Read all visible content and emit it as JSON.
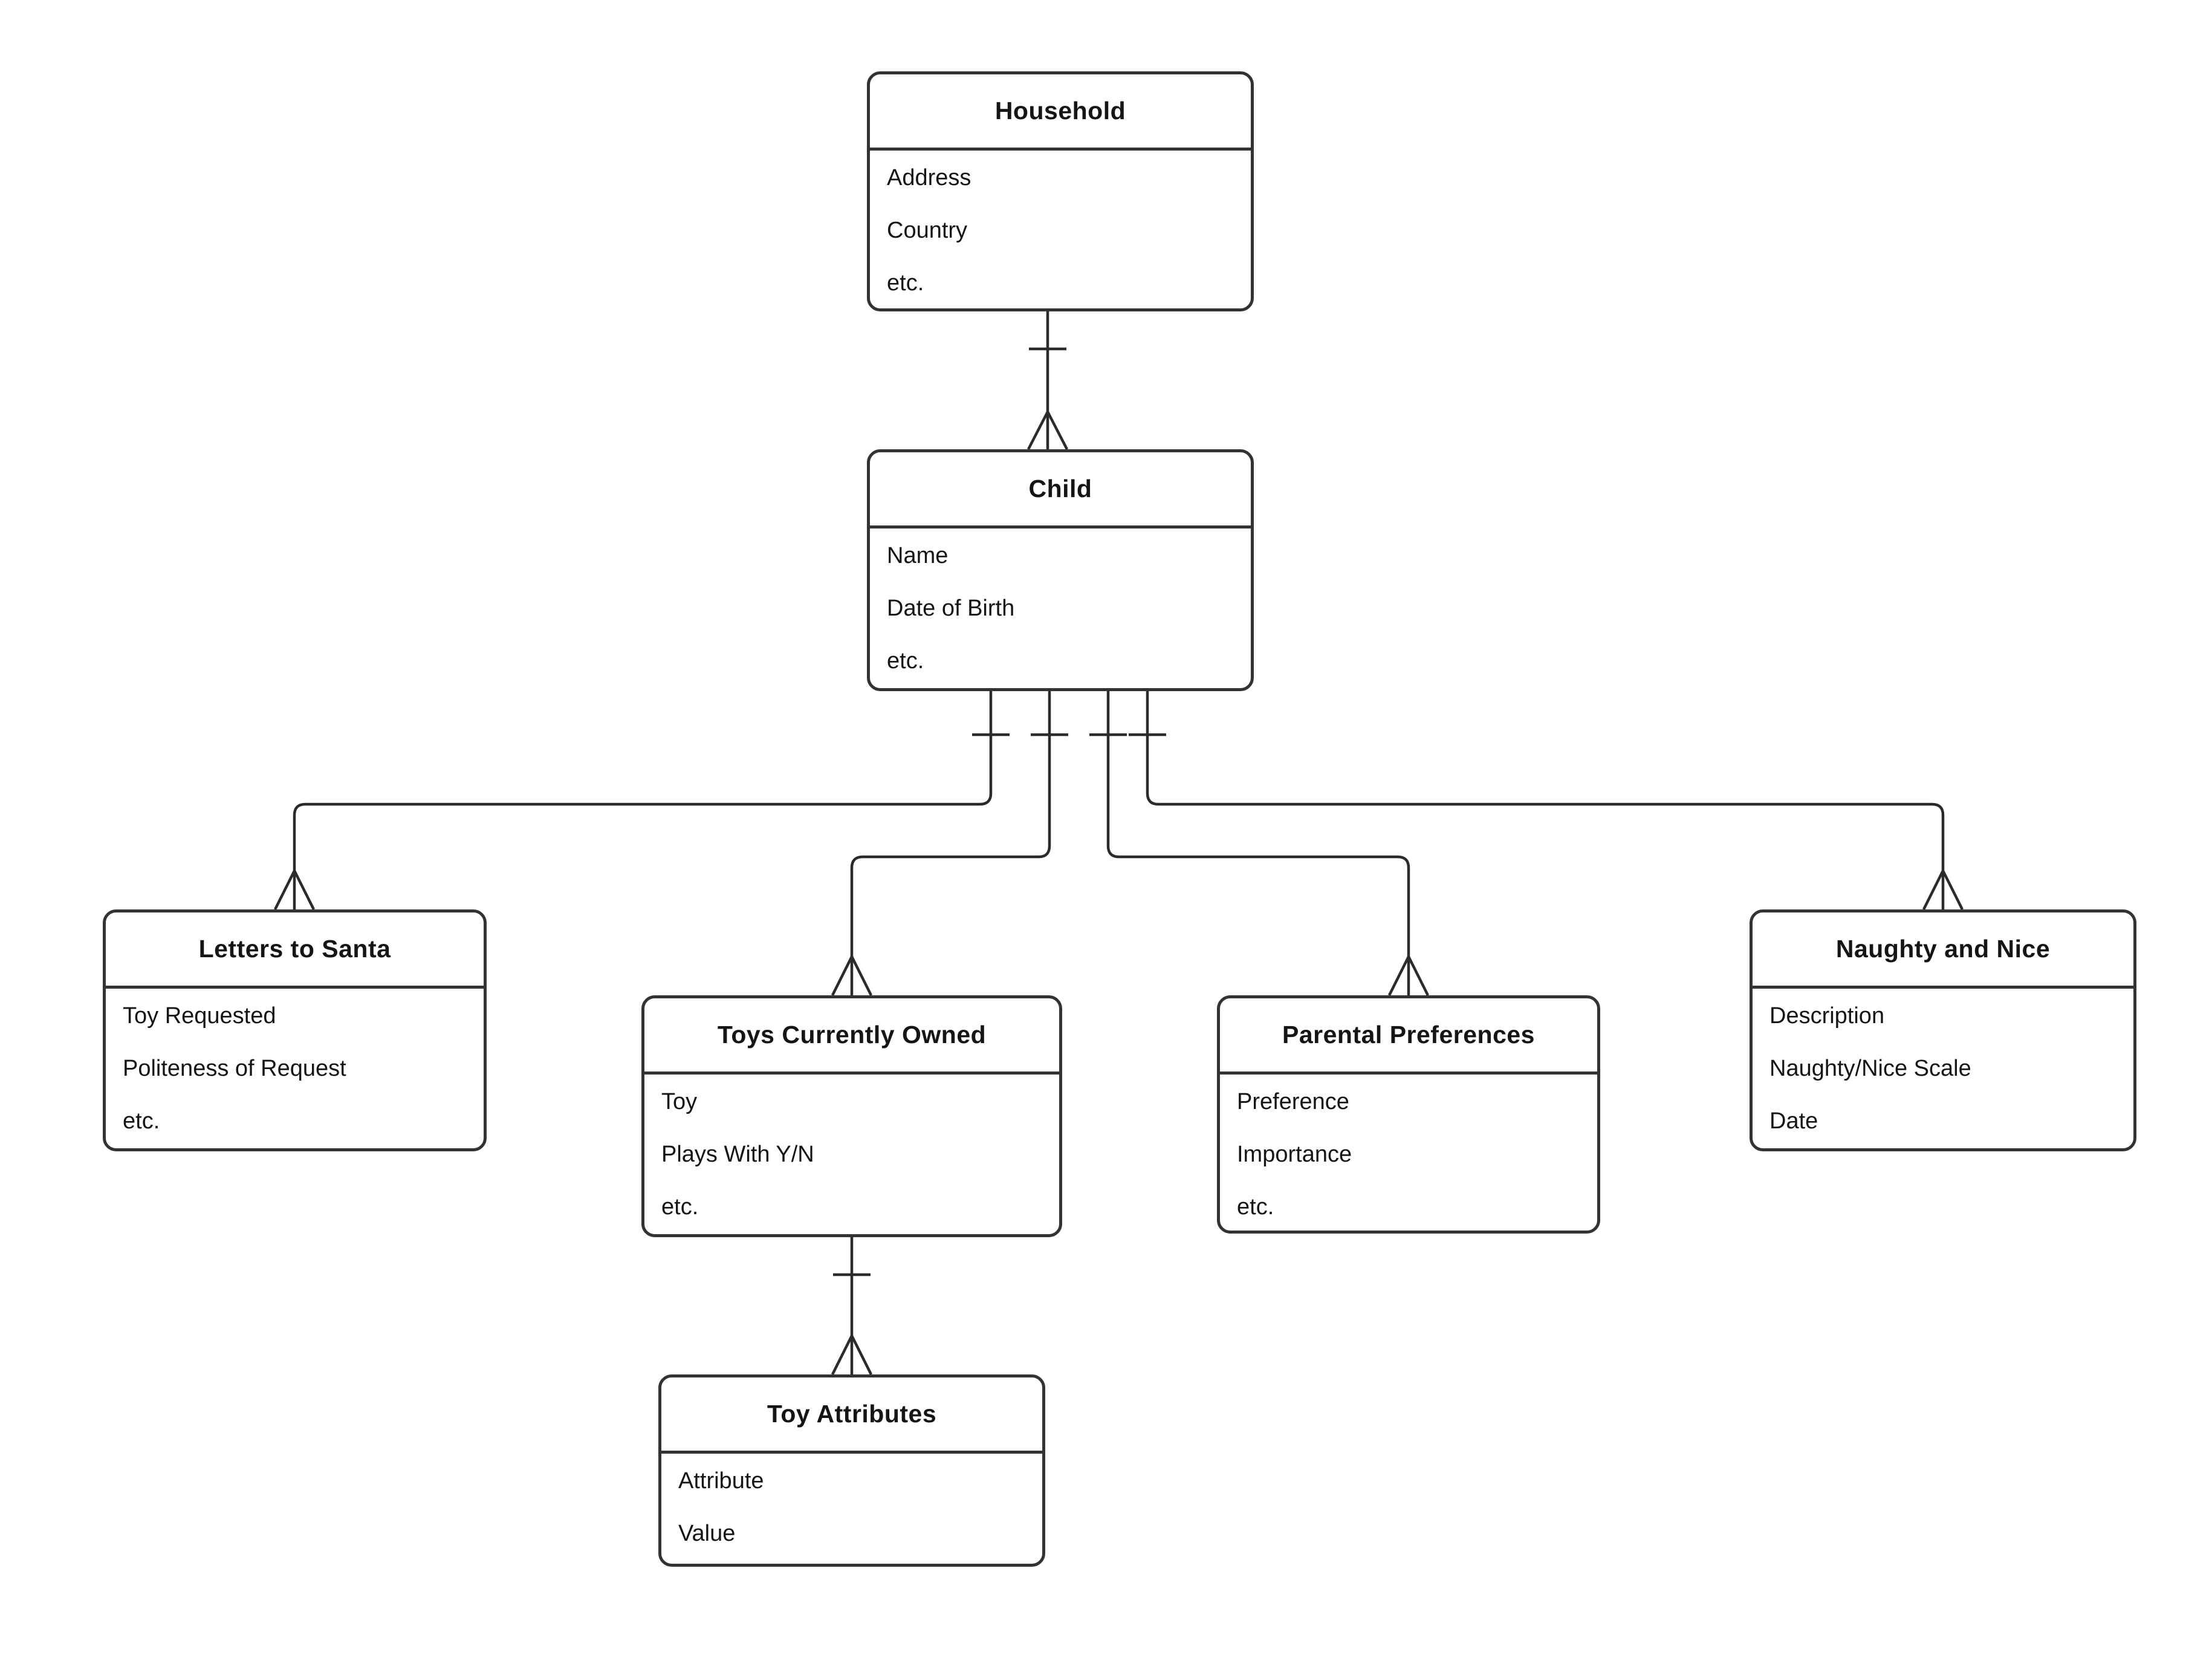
{
  "diagram_type": "entity-relationship",
  "colors": {
    "background": "#ffffff",
    "line": "#2b2b2b",
    "box_border": "#333333",
    "text": "#151515",
    "box_fill": "#ffffff"
  },
  "entities": [
    {
      "name": "Household",
      "attributes": [
        "Address",
        "Country",
        "etc."
      ]
    },
    {
      "name": "Child",
      "attributes": [
        "Name",
        "Date of Birth",
        "etc."
      ]
    },
    {
      "name": "Letters to Santa",
      "attributes": [
        "Toy Requested",
        "Politeness of Request",
        "etc."
      ]
    },
    {
      "name": "Toys Currently Owned",
      "attributes": [
        "Toy",
        "Plays With Y/N",
        "etc."
      ]
    },
    {
      "name": "Parental Preferences",
      "attributes": [
        "Preference",
        "Importance",
        "etc."
      ]
    },
    {
      "name": "Naughty and Nice",
      "attributes": [
        "Description",
        "Naughty/Nice Scale",
        "Date"
      ]
    },
    {
      "name": "Toy Attributes",
      "attributes": [
        "Attribute",
        "Value"
      ]
    }
  ],
  "relationships": [
    {
      "from": "Household",
      "to": "Child",
      "from_marker": "one",
      "to_marker": "many"
    },
    {
      "from": "Child",
      "to": "Letters to Santa",
      "from_marker": "one",
      "to_marker": "many"
    },
    {
      "from": "Child",
      "to": "Toys Currently Owned",
      "from_marker": "one",
      "to_marker": "many"
    },
    {
      "from": "Child",
      "to": "Parental Preferences",
      "from_marker": "one",
      "to_marker": "many"
    },
    {
      "from": "Child",
      "to": "Naughty and Nice",
      "from_marker": "one",
      "to_marker": "many"
    },
    {
      "from": "Toys Currently Owned",
      "to": "Toy Attributes",
      "from_marker": "one",
      "to_marker": "many"
    }
  ]
}
